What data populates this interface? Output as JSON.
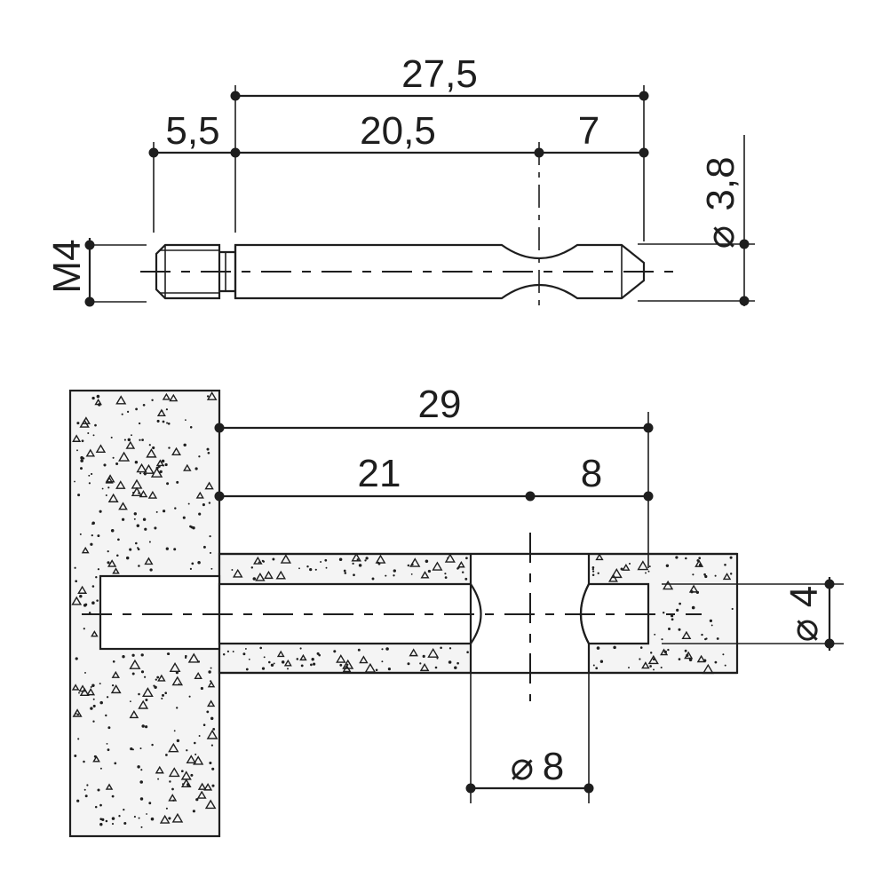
{
  "pin_view": {
    "dimensions": {
      "overall": "27,5",
      "thread_length": "5,5",
      "shank_length": "20,5",
      "tip_length": "7",
      "diameter": "3,8",
      "diameter_symbol": "⌀",
      "thread": "M4"
    }
  },
  "assembly_view": {
    "dimensions": {
      "overall": "29",
      "to_center": "21",
      "center_to_end": "8",
      "hole_diameter": "4",
      "cam_diameter": "8",
      "diameter_symbol": "⌀"
    }
  }
}
